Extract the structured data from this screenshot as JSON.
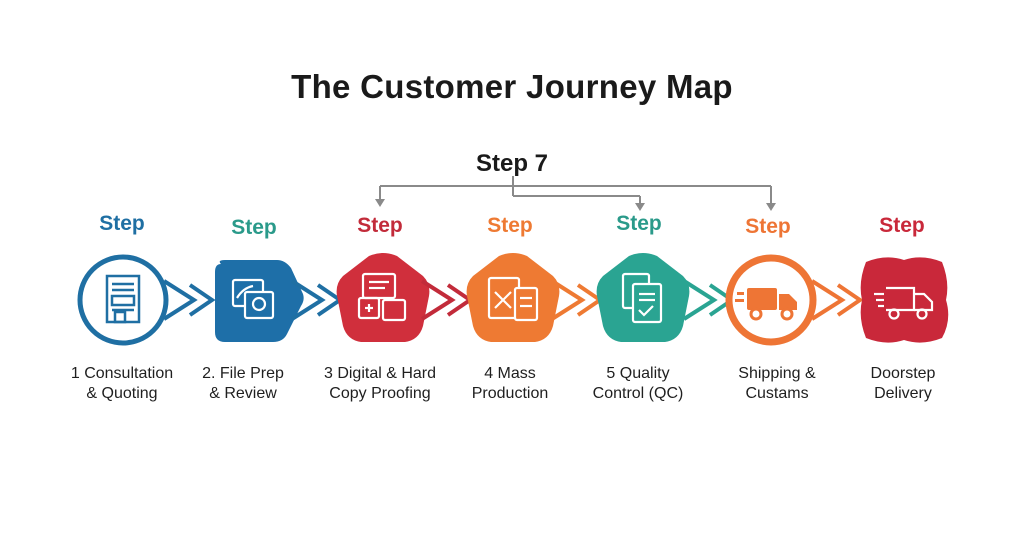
{
  "title": "The Customer Journey Map",
  "branch_label": "Step 7",
  "colors": {
    "blue": "#1f6fa3",
    "teal": "#2a9a8a",
    "red": "#cf2e3d",
    "orange": "#ee7a33",
    "green_teal": "#2aa492",
    "orange2": "#ee7535",
    "crimson": "#c9283a"
  },
  "steps": [
    {
      "word": "Step",
      "label_line1": "1 Consultation",
      "label_line2": "& Quoting",
      "icon": "document-form-icon",
      "color": "#1f6fa3"
    },
    {
      "word": "Step",
      "label_line1": "2. File Prep",
      "label_line2": "& Review",
      "icon": "file-review-icon",
      "color": "#1e6fa8"
    },
    {
      "word": "Step",
      "label_line1": "3 Digital & Hard",
      "label_line2": "Copy Proofing",
      "icon": "proof-sheets-icon",
      "color": "#d02f3c"
    },
    {
      "word": "Step",
      "label_line1": "4 Mass",
      "label_line2": "Production",
      "icon": "production-icon",
      "color": "#ee7a33"
    },
    {
      "word": "Step",
      "label_line1": "5 Quality",
      "label_line2": "Control (QC)",
      "icon": "qc-documents-icon",
      "color": "#2aa492"
    },
    {
      "word": "Step",
      "label_line1": "Shipping &",
      "label_line2": "Custams",
      "icon": "truck-icon",
      "color": "#ee7535"
    },
    {
      "word": "Step",
      "label_line1": "Doorstep",
      "label_line2": "Delivery",
      "icon": "delivery-truck-icon",
      "color": "#c9283a"
    }
  ]
}
